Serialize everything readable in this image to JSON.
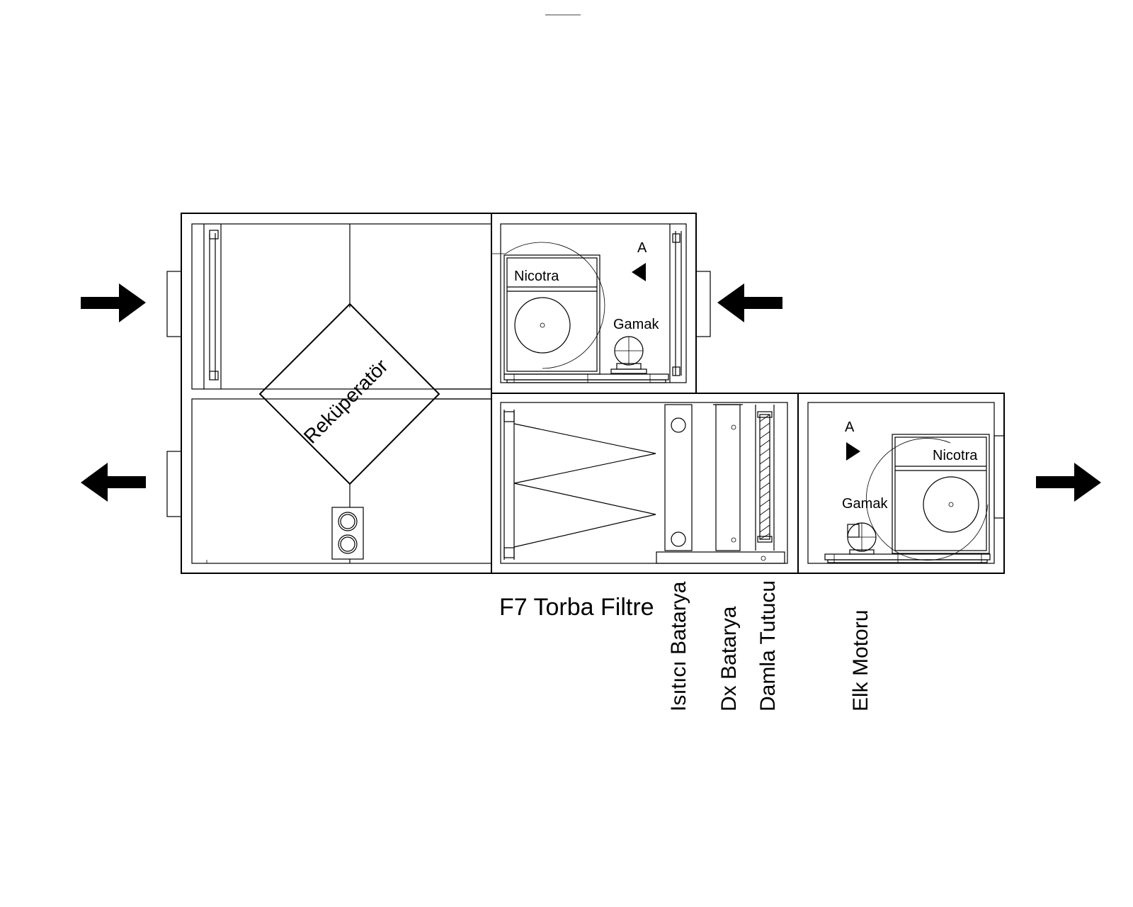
{
  "diagram": {
    "recuperator_label": "Reküperatör",
    "fan_top": {
      "brand": "Nicotra",
      "motor": "Gamak",
      "section_mark": "A"
    },
    "fan_bottom": {
      "brand": "Nicotra",
      "motor": "Gamak",
      "section_mark": "A"
    },
    "component_labels": {
      "bag_filter": "F7 Torba Filtre",
      "heating_coil": "Isıtıcı Batarya",
      "dx_coil": "Dx Batarya",
      "drop_eliminator": "Damla Tutucu",
      "electric_motor": "Elk Motoru"
    }
  }
}
